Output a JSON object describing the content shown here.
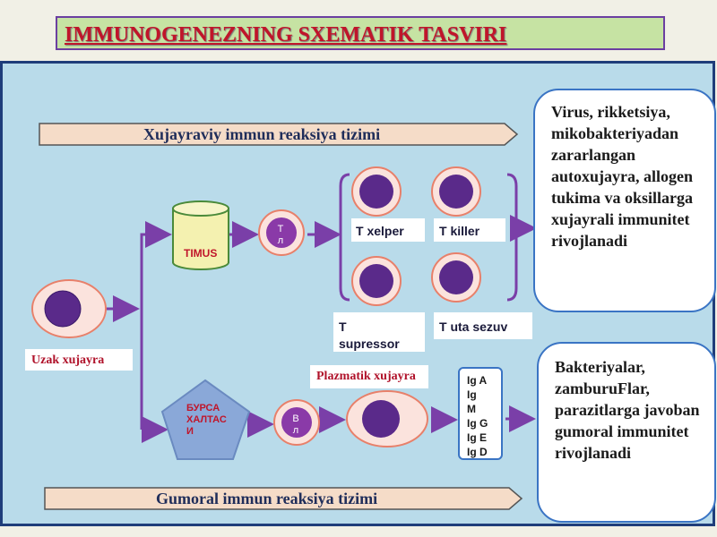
{
  "title": "IMMUNOGENEZNING SXEMATIK TASVIRI",
  "cellular_bar": "Xujayraviy immun reaksiya tizimi",
  "humoral_bar": "Gumoral immun reaksiya tizimi",
  "stem_cell_label": "Uzak xujayra",
  "thymus_label": "TIMUS",
  "bursa_label": [
    "БУРСА",
    "ХАЛТАС",
    "И"
  ],
  "t_lymph_label": [
    "Т",
    "л"
  ],
  "b_lymph_label": [
    "В",
    "л"
  ],
  "t_cells": {
    "helper": "T xelper",
    "killer": "T killer",
    "suppressor": "T supressor",
    "memory": "T uta sezuv"
  },
  "plasma_label": "Plazmatik xujayra",
  "immunoglobulins": [
    "Ig A",
    "Ig M",
    "Ig G",
    "Ig E",
    "Ig D"
  ],
  "cellular_result": "Virus, rikketsiya, mikobakteriyadan zararlangan autoxujayra, allogen tukima va oksillarga xujayrali immunitet rivojlanadi",
  "humoral_result": "Bakteriyalar, zamburuFlar, parazitlarga javoban gumoral immunitet rivojlanadi",
  "colors": {
    "panel": "#b9dbea",
    "arrow": "#7a3fa8",
    "nucleus": "#5a2a8a",
    "cell_body": "#fbe3dd",
    "title_text": "#c0152a"
  }
}
